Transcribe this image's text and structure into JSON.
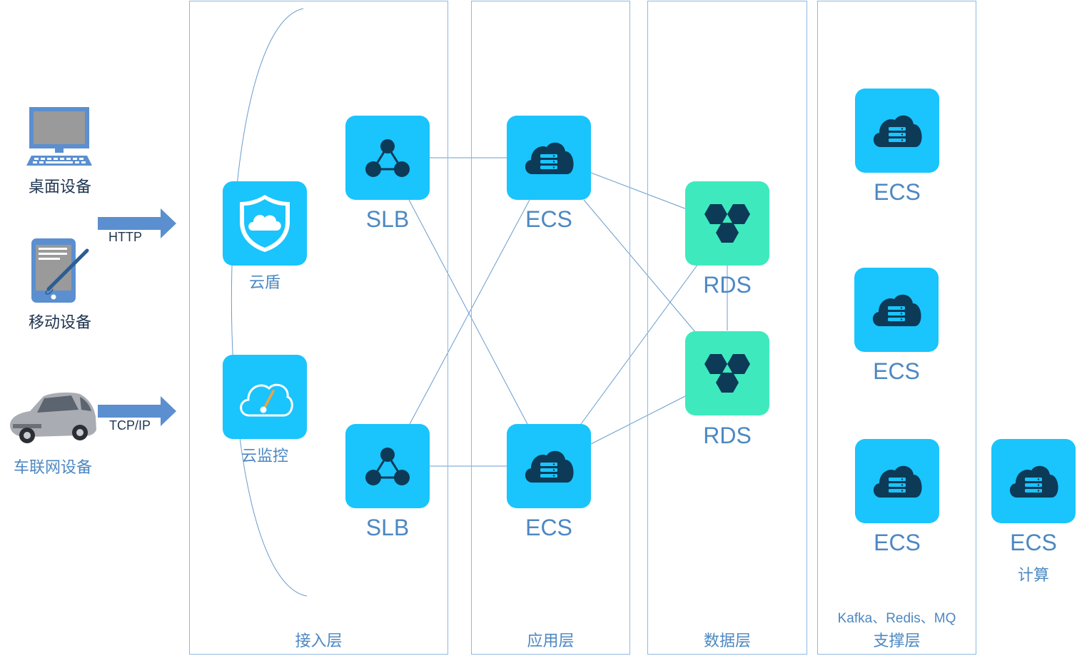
{
  "devices": {
    "desktop": {
      "label": "桌面设备",
      "icon": "desktop-monitor-icon"
    },
    "mobile": {
      "label": "移动设备",
      "icon": "tablet-pen-icon"
    },
    "vehicle": {
      "label": "车联网设备",
      "icon": "car-icon"
    }
  },
  "protocols": {
    "http": "HTTP",
    "tcp": "TCP/IP"
  },
  "layers": {
    "access": "接入层",
    "application": "应用层",
    "data": "数据层",
    "support": "支撑层",
    "support_caption": "Kafka、Redis、MQ"
  },
  "nodes": {
    "yundun": "云盾",
    "yunjiankong": "云监控",
    "slb_top": "SLB",
    "slb_bottom": "SLB",
    "ecs_app_top": "ECS",
    "ecs_app_bottom": "ECS",
    "rds_top": "RDS",
    "rds_bottom": "RDS",
    "ecs_support_1": "ECS",
    "ecs_support_2": "ECS",
    "ecs_support_3": "ECS",
    "ecs_compute": "ECS",
    "compute_caption": "计算"
  },
  "colors": {
    "node_cyan": "#1ac4fc",
    "node_green": "#3eeabd",
    "layer_border": "#8fb8e0",
    "connector": "#6a9ccc",
    "arrow": "#5b8fcf",
    "label_text": "#4d88c2"
  }
}
